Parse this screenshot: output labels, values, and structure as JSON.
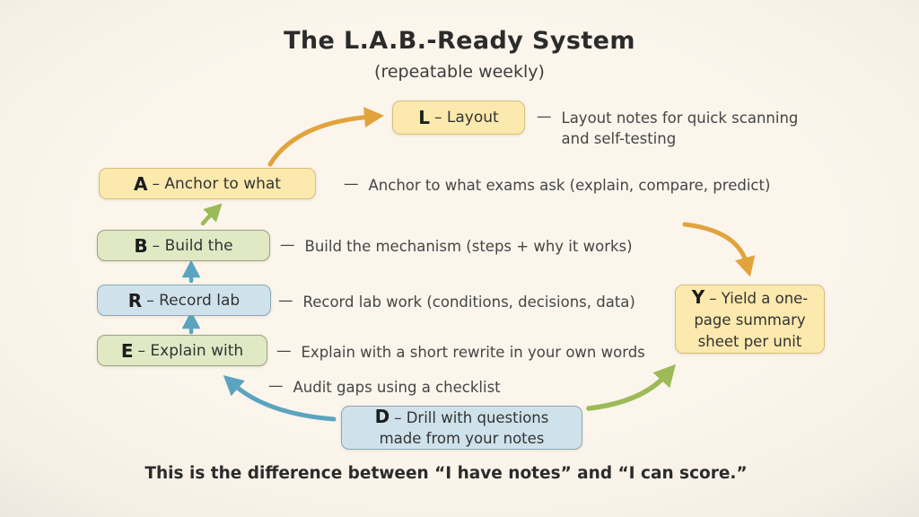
{
  "title": "The L.A.B.-Ready System",
  "subtitle": "(repeatable weekly)",
  "boxes": {
    "L": {
      "letter": "L",
      "rest": "– Layout",
      "desc_dash": "—",
      "desc": "Layout notes for quick scanning\nand self-testing"
    },
    "A": {
      "letter": "A",
      "rest": "– Anchor to what",
      "desc_dash": "—",
      "desc": "Anchor to what exams ask  (explain, compare, predict)"
    },
    "B": {
      "letter": "B",
      "rest": "– Build the",
      "desc_dash": "—",
      "desc": "Build the mechanism (steps + why it works)"
    },
    "R": {
      "letter": "R",
      "rest": "– Record lab",
      "desc_dash": "—",
      "desc": "Record lab work (conditions, decisions, data)"
    },
    "E": {
      "letter": "E",
      "rest": "– Explain with",
      "desc_dash": "—",
      "desc": "Explain with a short rewrite in your own words"
    },
    "D": {
      "letter": "D",
      "rest": "– Drill with questions\nmade from your notes"
    },
    "Y": {
      "letter": "Y",
      "rest": "– Yield a one-\npage summary\nsheet per unit"
    }
  },
  "audit_note": {
    "dash": "—",
    "text": "Audit gaps using a checklist"
  },
  "footer": "This is the difference between “I have notes” and “I can score.”",
  "colors": {
    "background": "#faf3ea",
    "box_yellow": "#fce9ad",
    "box_yellow_border": "#d9be7e",
    "box_green": "#e0e9c4",
    "box_green_border": "#9aa37f",
    "box_blue": "#cfe2eb",
    "box_blue_border": "#8aa7b5",
    "arrow_orange": "#e2a33d",
    "arrow_teal": "#5ba4bf",
    "arrow_green": "#9cba57",
    "text_dark": "#2b2b2b",
    "text_body": "#454545"
  }
}
